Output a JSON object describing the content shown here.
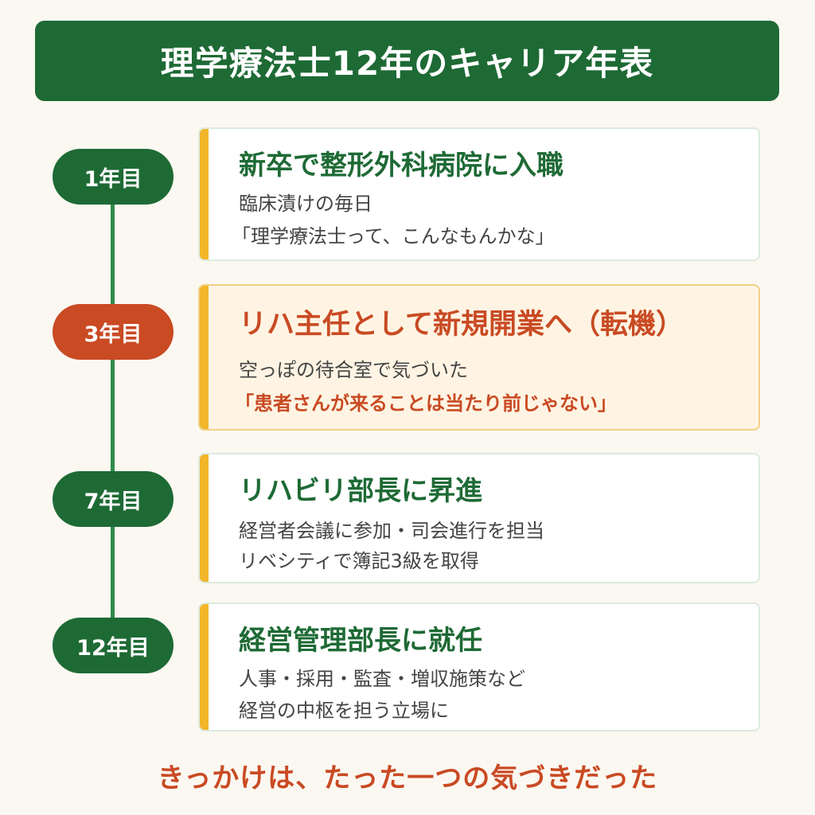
{
  "title": "理学療法士12年のキャリア年表",
  "timeline": [
    {
      "badge": "1年目",
      "heading": "新卒で整形外科病院に入職",
      "line1": "臨床漬けの毎日",
      "line2": "「理学療法士って、こんなもんかな」"
    },
    {
      "badge": "3年目",
      "heading": "リハ主任として新規開業へ（転機）",
      "line1": "空っぽの待合室で気づいた",
      "line2": "「患者さんが来ることは当たり前じゃない」"
    },
    {
      "badge": "7年目",
      "heading": "リハビリ部長に昇進",
      "line1": "経営者会議に参加・司会進行を担当",
      "line2": "リベシティで簿記3級を取得"
    },
    {
      "badge": "12年目",
      "heading": "経営管理部長に就任",
      "line1": "人事・採用・監査・増収施策など",
      "line2": "経営の中枢を担う立場に"
    }
  ],
  "footer": "きっかけは、たった一つの気づきだった",
  "colors": {
    "primary_green": "#1e6a35",
    "accent_red": "#c94a23",
    "accent_yellow": "#f2b62a",
    "background": "#fbf8f1"
  }
}
